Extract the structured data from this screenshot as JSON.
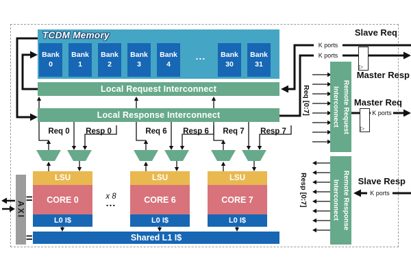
{
  "colors": {
    "tcdm_teal": "#45A5C5",
    "bank_blue": "#1767B5",
    "interconnect_green": "#67A98B",
    "lsu_yellow": "#E9B84F",
    "core_salmon": "#D8737C",
    "axi_gray": "#9C9C9C",
    "line_black": "#111111"
  },
  "tcdm": {
    "title": "TCDM Memory",
    "ellipsis": "...",
    "banks": [
      {
        "label": "Bank",
        "num": "0"
      },
      {
        "label": "Bank",
        "num": "1"
      },
      {
        "label": "Bank",
        "num": "2"
      },
      {
        "label": "Bank",
        "num": "3"
      },
      {
        "label": "Bank",
        "num": "4"
      },
      {
        "label": "Bank",
        "num": "30"
      },
      {
        "label": "Bank",
        "num": "31"
      }
    ]
  },
  "local_interconnects": {
    "request": "Local Request Interconnect",
    "response": "Local Response Interconnect"
  },
  "remote_request": {
    "line1": "Remote Request",
    "line2": "Interconnect"
  },
  "remote_response": {
    "line1": "Remote Response",
    "line2": "Interconnect"
  },
  "cores": [
    {
      "lsu": "LSU",
      "name": "CORE 0",
      "l0": "L0 I$",
      "req": "Req 0",
      "resp": "Resp 0"
    },
    {
      "lsu": "LSU",
      "name": "CORE 6",
      "l0": "L0 I$",
      "req": "Req 6",
      "resp": "Resp 6"
    },
    {
      "lsu": "LSU",
      "name": "CORE 7",
      "l0": "L0 I$",
      "req": "Req 7",
      "resp": "Resp 7"
    }
  ],
  "core_multiplier": {
    "times": "x 8",
    "ellipsis": "..."
  },
  "shared_l1": "Shared L1 I$",
  "axi": "AXI",
  "ports": {
    "slave_req": "Slave Req",
    "master_resp": "Master Resp",
    "master_req": "Master Req",
    "slave_resp": "Slave Resp",
    "k_ports": "K ports",
    "req_bus": "Req [0:7]",
    "resp_bus": "Resp [0:7]"
  }
}
